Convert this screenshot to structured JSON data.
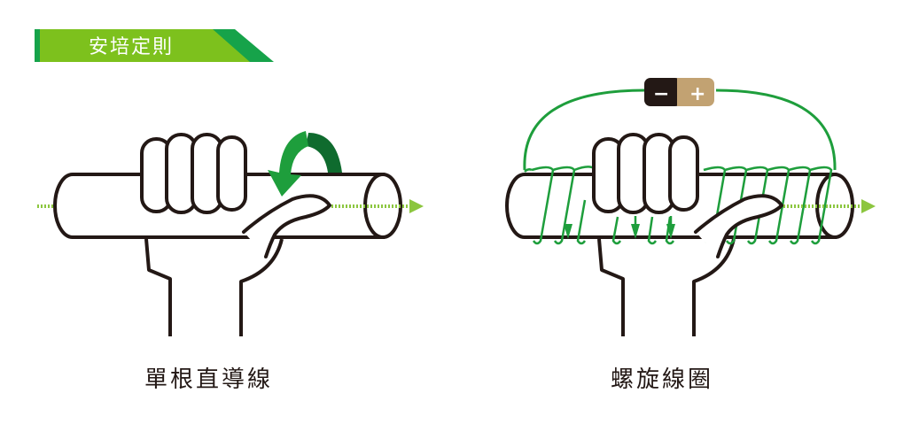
{
  "title": "安培定則",
  "panels": [
    {
      "caption": "單根直導線"
    },
    {
      "caption": "螺旋線圈"
    }
  ],
  "battery": {
    "negative": "−",
    "positive": "+"
  },
  "colors": {
    "title_bg": "#7dc11d",
    "title_tab": "#16a34a",
    "green": "#1e9e3c",
    "dark_green": "#0f6b2e",
    "axis_green": "#8cc63f",
    "stroke": "#231815",
    "battery_dark": "#231815",
    "battery_gold": "#c2a272"
  },
  "icons": {
    "rotation": "curved-arrow-icon",
    "field": "dotted-arrow-icon"
  }
}
